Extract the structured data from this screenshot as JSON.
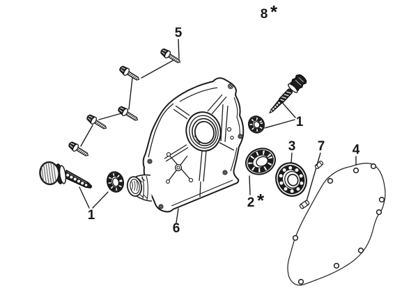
{
  "figure": {
    "kind": "exploded-parts-diagram",
    "background_color": "#ffffff",
    "ink_color": "#1c1c1c"
  },
  "callouts": {
    "bolts": {
      "label": "5"
    },
    "reference": {
      "label": "8",
      "suffix": "*"
    },
    "dipstick_right": {
      "label": "1"
    },
    "oil_seal": {
      "label": "2",
      "suffix": "*"
    },
    "bearing": {
      "label": "3"
    },
    "dowel_pins": {
      "label": "7"
    },
    "gasket": {
      "label": "4"
    },
    "cover": {
      "label": "6"
    },
    "dipstick_left": {
      "label": "1"
    }
  }
}
